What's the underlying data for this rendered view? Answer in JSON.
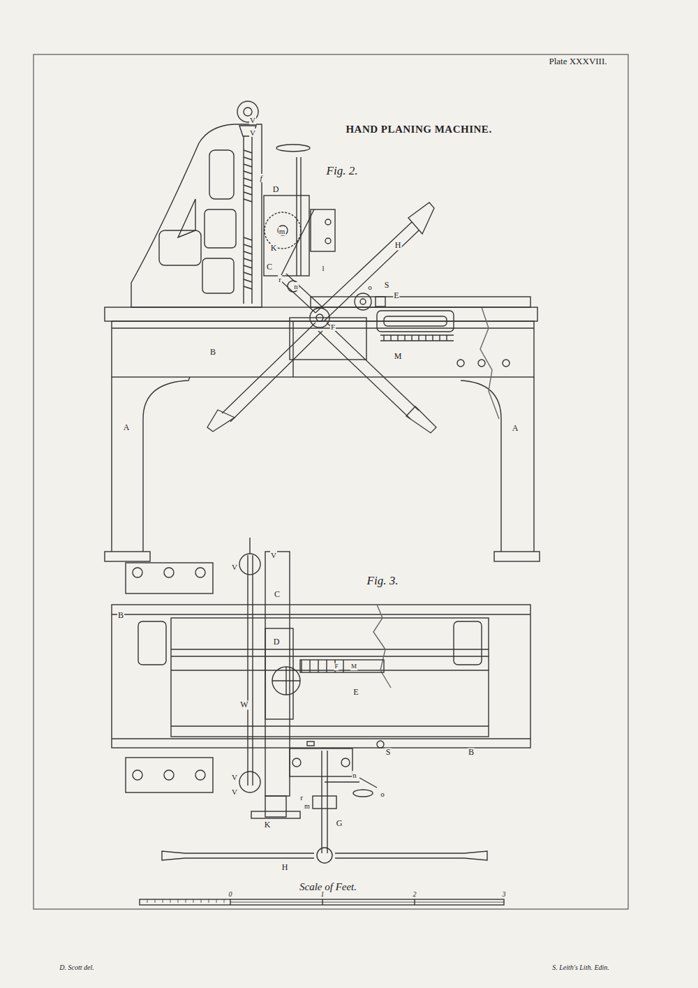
{
  "diagram": {
    "title": "HAND PLANING MACHINE.",
    "labels": [
      "Plate XXXVIII.",
      "Fig. 2.",
      "V",
      "V",
      "f",
      "D",
      "m",
      "K",
      "C",
      "l",
      "r",
      "n",
      "H",
      "o",
      "S",
      "E",
      "B",
      "F",
      "M",
      "A",
      "A",
      "Fig. 3.",
      "V",
      "V",
      "C",
      "B",
      "D",
      "F",
      "M",
      "W",
      "E",
      "B",
      "S",
      "V",
      "V",
      "n",
      "o",
      "r",
      "m",
      "K",
      "G",
      "H",
      "Scale of Feet.",
      "0",
      "1",
      "2",
      "3",
      "D. Scott del.",
      "S. Leith's Lith. Edin."
    ]
  }
}
